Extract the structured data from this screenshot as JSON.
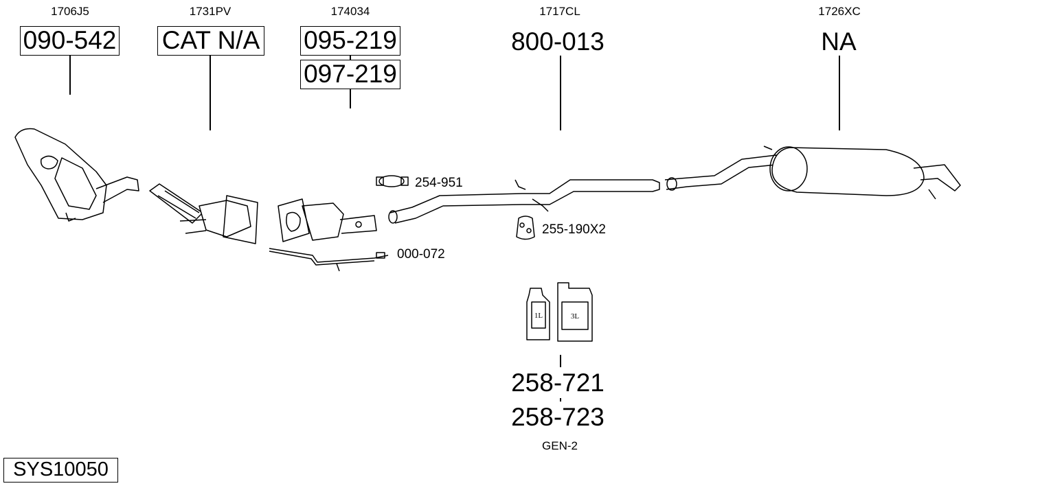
{
  "parts": [
    {
      "oem": "1706J5",
      "refs": [
        "090-542"
      ]
    },
    {
      "oem": "1731PV",
      "refs": [
        "CAT N/A"
      ]
    },
    {
      "oem": "174034",
      "refs": [
        "095-219",
        "097-219"
      ]
    },
    {
      "oem": "1717CL",
      "refs": [
        "800-013"
      ]
    },
    {
      "oem": "1726XC",
      "refs": [
        "NA"
      ]
    }
  ],
  "accessories": {
    "clamp": "254-951",
    "rubber_mount": "255-190X2",
    "sensor": "000-072"
  },
  "fluids": {
    "refs": [
      "258-721",
      "258-723"
    ],
    "note": "GEN-2",
    "bottle_small": "1L",
    "bottle_large": "3L"
  },
  "system_code": "SYS10050"
}
